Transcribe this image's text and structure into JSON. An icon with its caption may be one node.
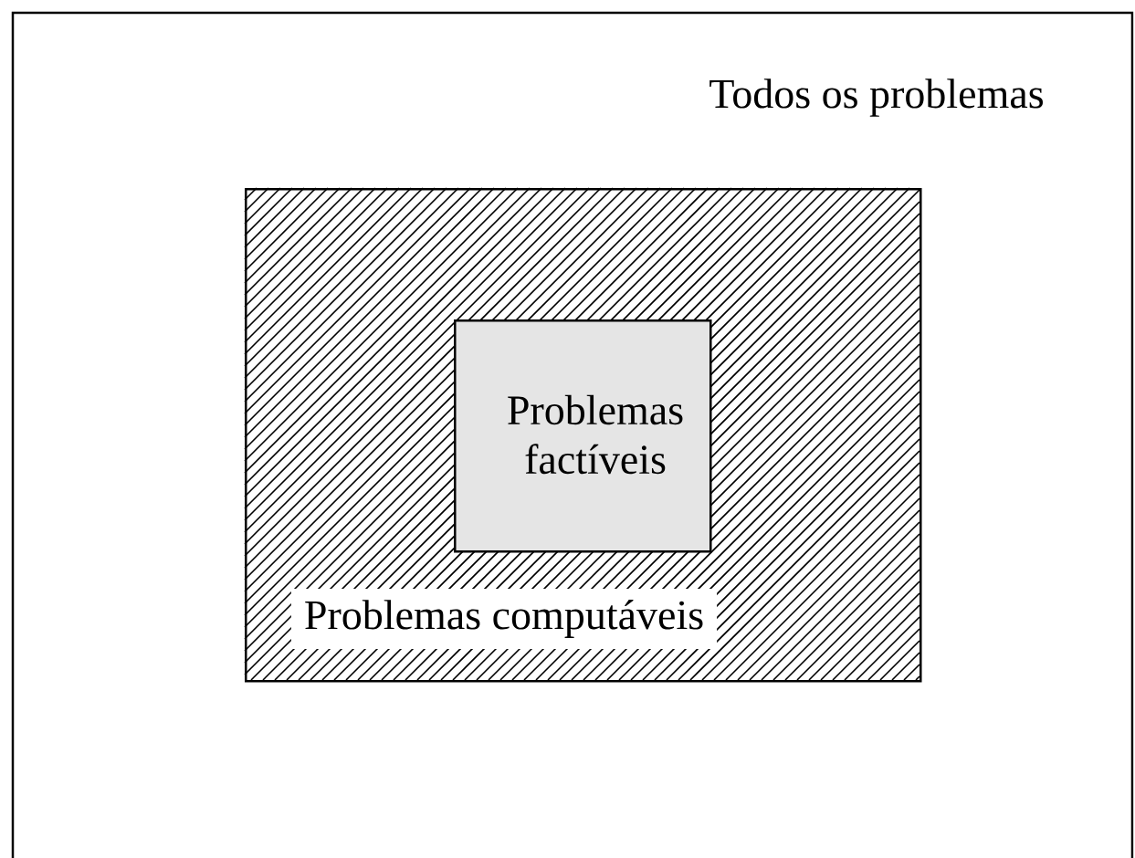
{
  "diagram": {
    "nodes": [
      {
        "text": [
          "Todos os problemas"
        ]
      },
      {
        "text": [
          "Problemas computáveis"
        ],
        "in": 0
      },
      {
        "text": [
          "Problemas factíveis"
        ],
        "in": 1
      }
    ]
  }
}
